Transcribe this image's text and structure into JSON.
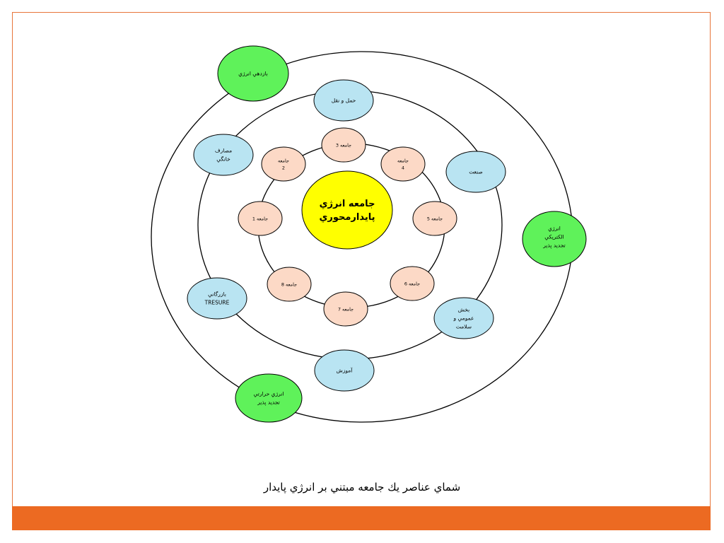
{
  "center": {
    "line1": "جامعه انرژي",
    "line2": "پايدارمحوري"
  },
  "communities": [
    {
      "lines": [
        "جامعه 1"
      ]
    },
    {
      "lines": [
        "جامعه",
        "2"
      ]
    },
    {
      "lines": [
        "جامعه 3"
      ]
    },
    {
      "lines": [
        "جامعه",
        "4"
      ]
    },
    {
      "lines": [
        "جامعه 5"
      ]
    },
    {
      "lines": [
        "جامعه 6"
      ]
    },
    {
      "lines": [
        "جامعه 7"
      ]
    },
    {
      "lines": [
        "جامعه 8"
      ]
    }
  ],
  "sectors": [
    {
      "lines": [
        "حمل و نقل"
      ]
    },
    {
      "lines": [
        "صنعت"
      ]
    },
    {
      "lines": [
        "بخش",
        "عمومي و",
        "سلامت"
      ]
    },
    {
      "lines": [
        "آموزش"
      ]
    },
    {
      "lines": [
        "بازرگاني",
        "TRESURE"
      ]
    },
    {
      "lines": [
        "مصارف",
        "خانگي"
      ]
    }
  ],
  "energy": [
    {
      "lines": [
        "بازدهي انرژي"
      ]
    },
    {
      "lines": [
        "انرژي",
        "الكتريكي",
        "تجديد پذير"
      ]
    },
    {
      "lines": [
        "انرژي حرارتي",
        "تجديد پذير"
      ]
    }
  ],
  "caption": "شماي عناصر يك جامعه مبتني بر انرژي پايدار",
  "colors": {
    "center": "#ffff00",
    "community": "#fcd9c6",
    "sector": "#b9e4f2",
    "energy": "#5ff25a",
    "accent": "#ec6a22"
  }
}
